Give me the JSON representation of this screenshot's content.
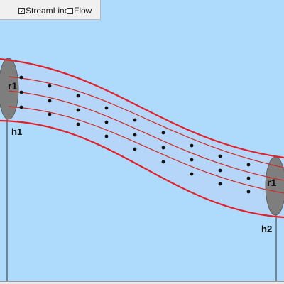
{
  "toolbar": {
    "streamline": {
      "label": "StreamLine",
      "checked": true
    },
    "flow": {
      "label": "Flow",
      "checked": false
    }
  },
  "labels": {
    "left_radius": "r1",
    "right_radius": "r1",
    "left_height": "h1",
    "right_height": "h2"
  },
  "colors": {
    "background": "#aedafc",
    "pipe_wall": "#e0202a",
    "streamline": "#d02a2a",
    "cross_section_fill": "#7e7e7e",
    "particle": "#111111",
    "pipe_fill": "#bcd3f4"
  }
}
